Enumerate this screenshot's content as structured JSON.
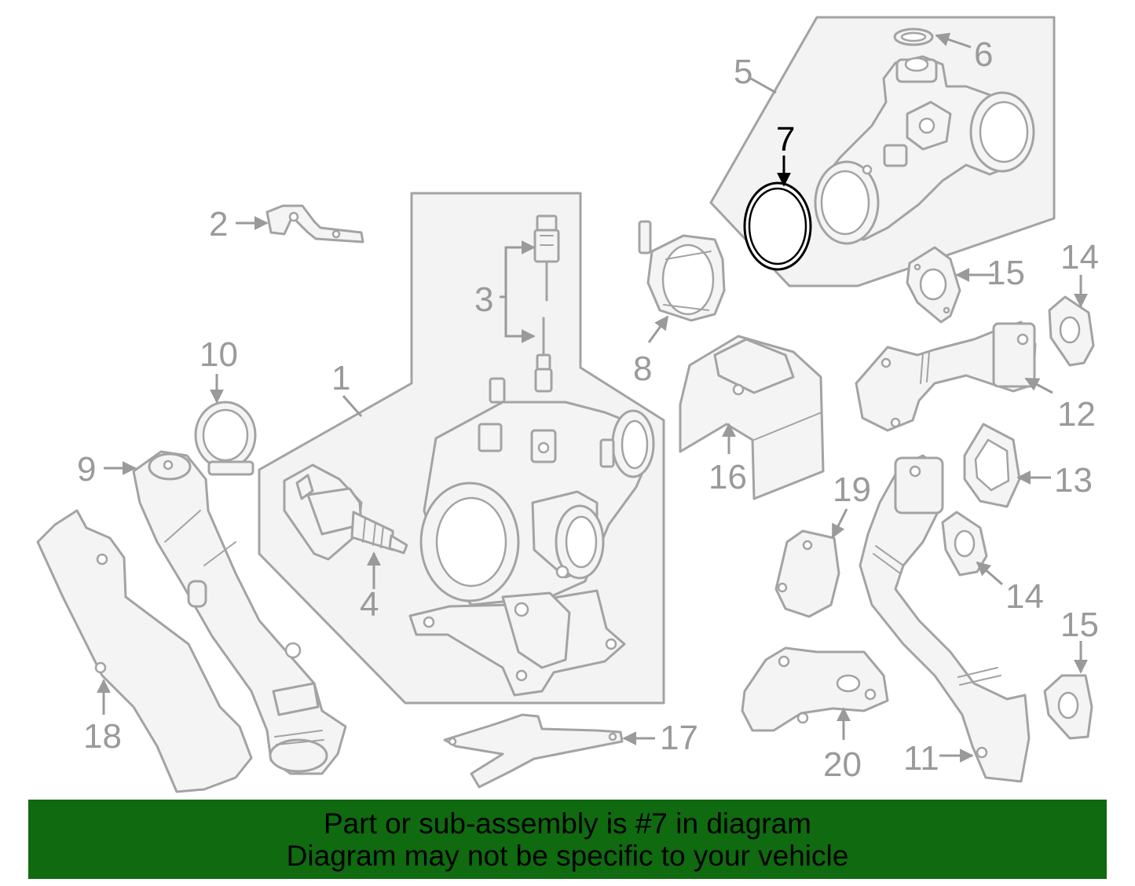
{
  "callouts": {
    "c1": "1",
    "c2": "2",
    "c3": "3",
    "c4": "4",
    "c5": "5",
    "c6": "6",
    "c7": "7",
    "c8": "8",
    "c9": "9",
    "c10": "10",
    "c11": "11",
    "c12": "12",
    "c13": "13",
    "c14a": "14",
    "c14b": "14",
    "c15a": "15",
    "c15b": "15",
    "c16": "16",
    "c17": "17",
    "c18": "18",
    "c19": "19",
    "c20": "20"
  },
  "highlight": {
    "part_number": "7",
    "color": "#000000"
  },
  "banner": {
    "line1": "Part or sub-assembly is #7 in diagram",
    "line2": "Diagram may not be specific to your vehicle",
    "background": "#0f6a10"
  },
  "colors": {
    "parts": "#a3a3a3",
    "labels": "#9a9a9a",
    "groupbox": "#f3f3f3"
  }
}
